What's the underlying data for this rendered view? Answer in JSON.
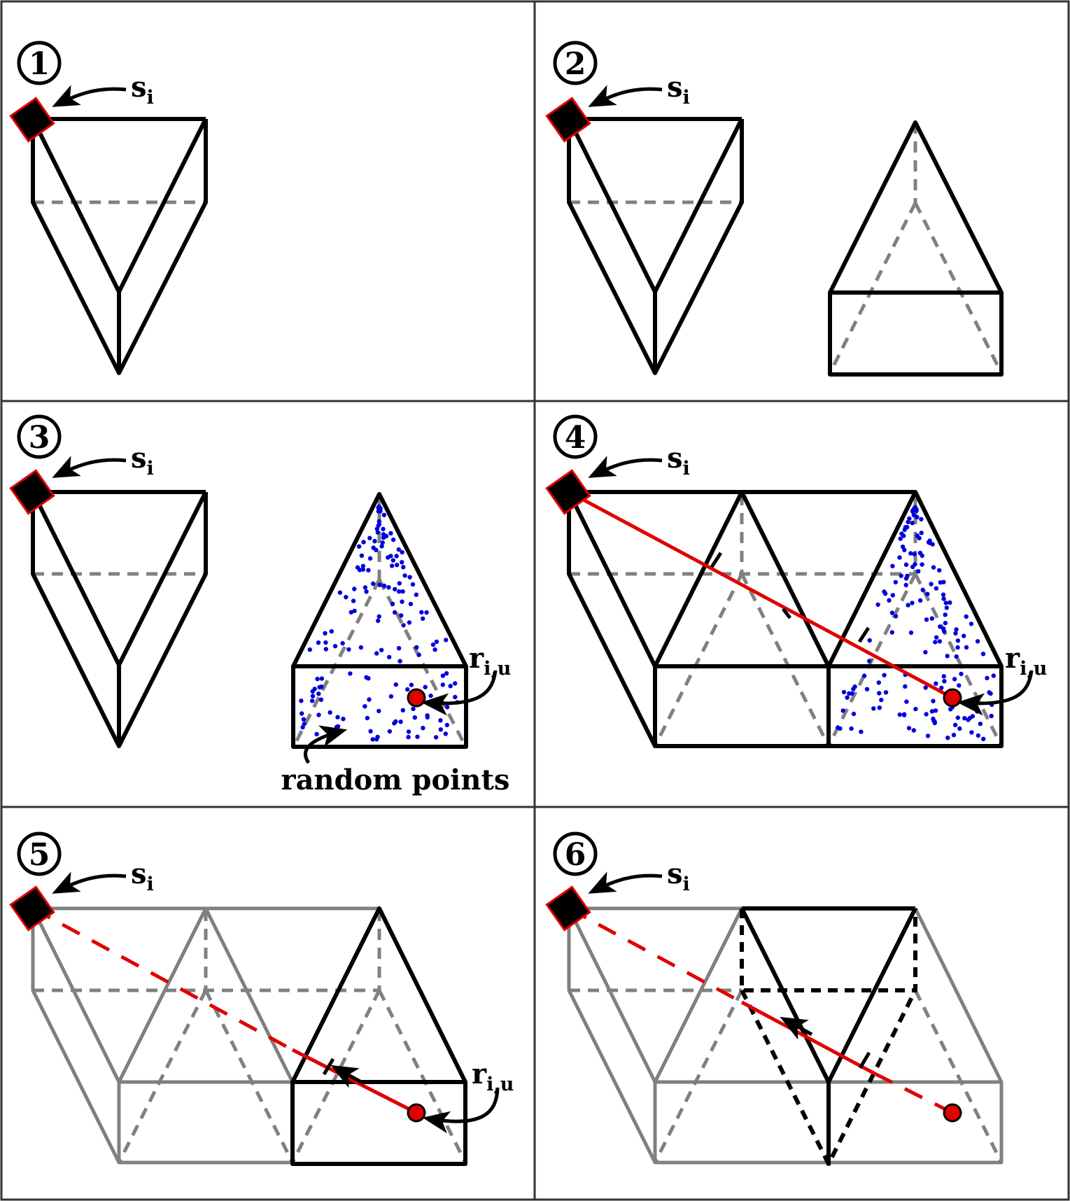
{
  "panels": [
    {
      "number": "1",
      "source_label": "s",
      "source_sub": "i"
    },
    {
      "number": "2",
      "source_label": "s",
      "source_sub": "i"
    },
    {
      "number": "3",
      "source_label": "s",
      "source_sub": "i",
      "receiver_label": "r",
      "receiver_sub": "i,u",
      "note": "random points"
    },
    {
      "number": "4",
      "source_label": "s",
      "source_sub": "i",
      "receiver_label": "r",
      "receiver_sub": "i,u"
    },
    {
      "number": "5",
      "source_label": "s",
      "source_sub": "i",
      "receiver_label": "r",
      "receiver_sub": "i,u"
    },
    {
      "number": "6",
      "source_label": "s",
      "source_sub": "i"
    }
  ],
  "colors": {
    "edge": "#000000",
    "faded_edge": "#808080",
    "source_fill": "#000000",
    "source_outline": "#e00000",
    "ray": "#e00000",
    "receiver": "#e00000",
    "random_points": "#0000dd",
    "border": "#333333"
  },
  "icons": [
    "source-square-icon",
    "receiver-dot-icon",
    "curved-arrow-icon",
    "random-point-dot-icon"
  ]
}
